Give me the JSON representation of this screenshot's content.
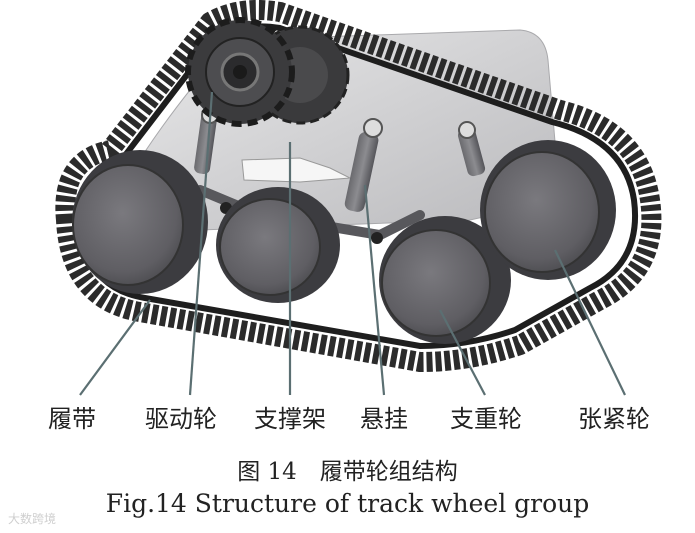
{
  "labels": {
    "track": "履带",
    "drive_wheel": "驱动轮",
    "support_frame": "支撑架",
    "suspension": "悬挂",
    "support_wheel": "支重轮",
    "tension_wheel": "张紧轮"
  },
  "caption": {
    "cn": "图 14　履带轮组结构",
    "en": "Fig.14 Structure of track wheel group"
  },
  "watermark": "大数跨境",
  "colors": {
    "track": "#2b2b2b",
    "wheel_face": "#5f5e63",
    "wheel_rim": "#3c3c40",
    "plate": "#cfcfd1",
    "leader_line": "#5b6f72"
  }
}
